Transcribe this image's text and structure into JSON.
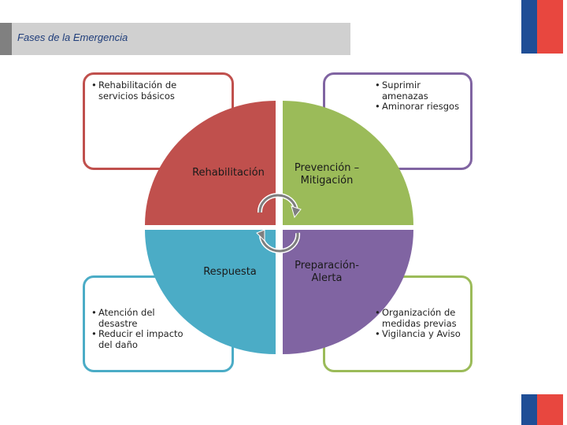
{
  "header": {
    "title": "Fases de la Emergencia"
  },
  "colors": {
    "rehabilitacion": "#c0504d",
    "prevencion": "#9bbb59",
    "respuesta": "#4bacc6",
    "preparacion": "#8064a2",
    "flag_blue": "#1f4e96",
    "flag_red": "#e8473f"
  },
  "phases": {
    "rehabilitacion": "Rehabilitación",
    "prevencion_line1": "Prevención –",
    "prevencion_line2": "Mitigación",
    "respuesta": "Respuesta",
    "preparacion_line1": "Preparación-",
    "preparacion_line2": "Alerta"
  },
  "boxes": {
    "top_left": [
      "Rehabilitación de servicios básicos"
    ],
    "top_right": [
      "Suprimir amenazas",
      "Aminorar riesgos"
    ],
    "bottom_left": [
      "Atención del desastre",
      "Reducir el impacto del daño"
    ],
    "bottom_right": [
      "Organización de medidas previas",
      "Vigilancia y Aviso"
    ]
  },
  "icons": [
    "cycle-arrows-icon"
  ]
}
